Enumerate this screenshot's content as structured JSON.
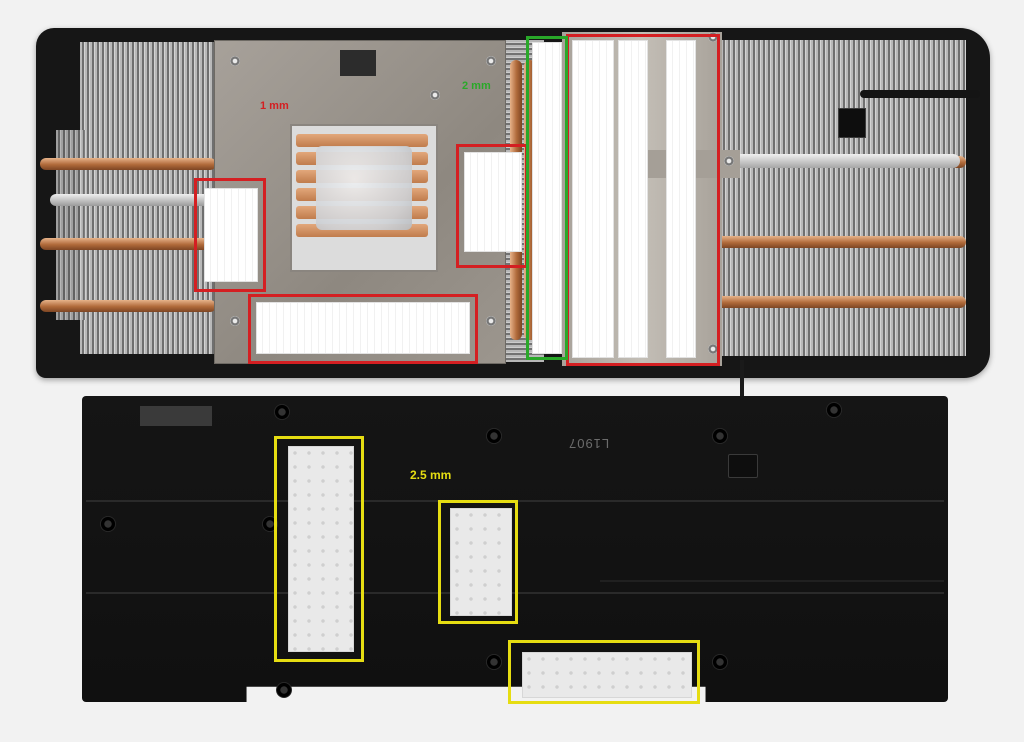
{
  "labels": {
    "heatsink_pad_thickness_red": "1 mm",
    "heatsink_pad_thickness_green": "2 mm",
    "backplate_pad_thickness": "2.5 mm",
    "backplate_mark": "L1907"
  },
  "colors": {
    "red_box": "#d41f22",
    "green_box": "#29a829",
    "yellow_box": "#e6dd12",
    "label_red": "#d41f22",
    "label_green": "#29a829",
    "label_yellow": "#e6dd12"
  }
}
